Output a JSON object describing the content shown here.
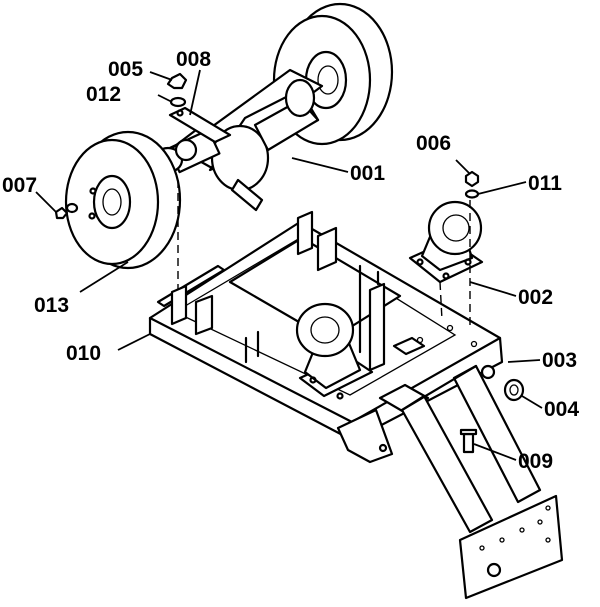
{
  "callouts": {
    "c001": "001",
    "c002": "002",
    "c003": "003",
    "c004": "004",
    "c005": "005",
    "c006": "006",
    "c007": "007",
    "c008": "008",
    "c009": "009",
    "c010": "010",
    "c011": "011",
    "c012": "012",
    "c013": "013"
  }
}
